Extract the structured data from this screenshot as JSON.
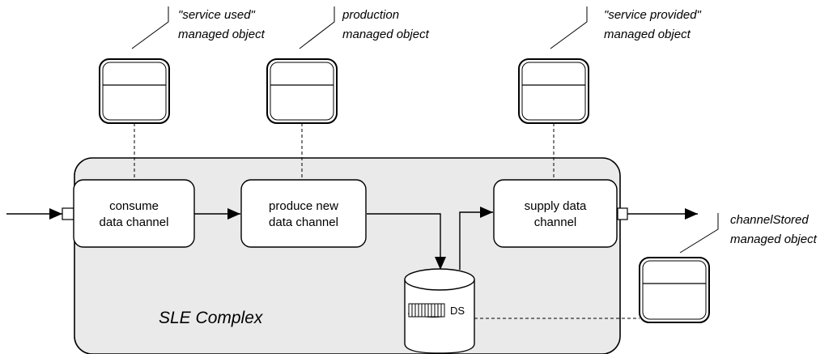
{
  "annotations": {
    "service_used": {
      "line1": "\"service used\"",
      "line2": "managed object"
    },
    "production": {
      "line1": "production",
      "line2": "managed object"
    },
    "service_provided": {
      "line1": "\"service provided\"",
      "line2": "managed object"
    },
    "channel_stored": {
      "line1": "channelStored",
      "line2": "managed object"
    }
  },
  "processes": {
    "consume": {
      "line1": "consume",
      "line2": "data channel"
    },
    "produce": {
      "line1": "produce new",
      "line2": "data channel"
    },
    "supply": {
      "line1": "supply data",
      "line2": "channel"
    }
  },
  "datastore": {
    "label": "DS"
  },
  "complex": {
    "label": "SLE Complex"
  }
}
